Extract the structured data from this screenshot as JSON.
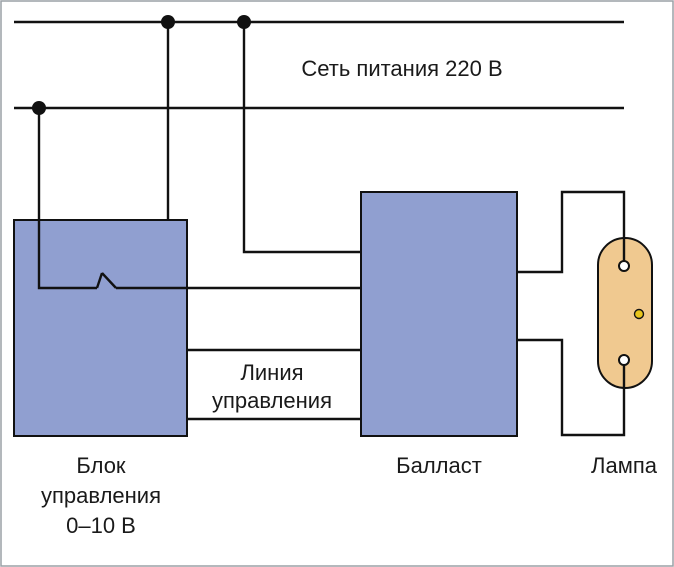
{
  "mains_label": "Сеть питания 220 В",
  "control_line_label": [
    "Линия",
    "управления"
  ],
  "control_unit_label": [
    "Блок",
    "управления",
    "0–10 В"
  ],
  "ballast_label": "Балласт",
  "lamp_label": "Лампа",
  "colors": {
    "block_fill": "#909fd0",
    "lamp_fill": "#f0c990",
    "wire": "#111111",
    "frame": "#9aa0a6",
    "lamp_dot": "#e8c51c"
  }
}
